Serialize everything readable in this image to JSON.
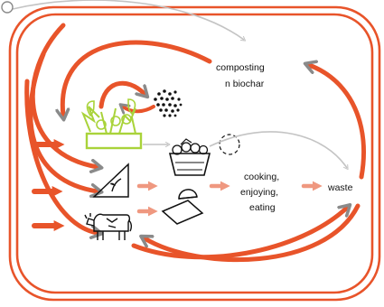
{
  "labels": {
    "composting_line1": "composting",
    "composting_line2": "n biochar",
    "cooking_line1": "cooking,",
    "cooking_line2": "enjoying,",
    "cooking_line3": "eating",
    "waste": "waste"
  },
  "colors": {
    "accent": "#e8542a",
    "accent_light": "#ef9880",
    "neutral": "#8a8a8a",
    "neutral_light": "#c4c4c4",
    "plant_green": "#a9d33a",
    "ink": "#111111"
  },
  "icons": [
    "plant-bed-icon",
    "compost-dots-icon",
    "basket-icon",
    "dashed-circle-icon",
    "land-triangle-icon",
    "cutting-board-icon",
    "cow-icon"
  ]
}
